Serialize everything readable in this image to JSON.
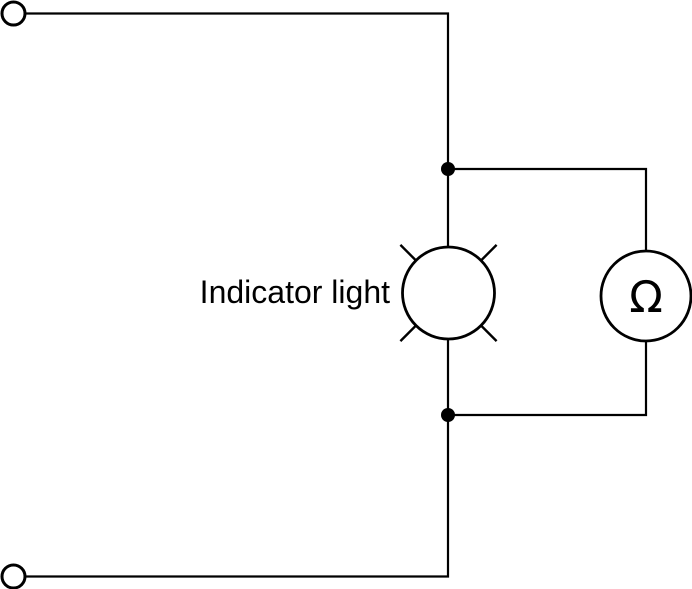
{
  "diagram": {
    "type": "circuit-schematic",
    "labels": {
      "indicator_light": "Indicator light",
      "ohmmeter_symbol": "Ω"
    },
    "colors": {
      "wire": "#000000",
      "background": "#ffffff"
    },
    "components": [
      {
        "id": "terminal-top-left",
        "type": "open-circle-terminal"
      },
      {
        "id": "terminal-bottom-left",
        "type": "open-circle-terminal"
      },
      {
        "id": "junction-top",
        "type": "connection-node-dot"
      },
      {
        "id": "junction-bottom",
        "type": "connection-node-dot"
      },
      {
        "id": "indicator-light",
        "type": "lamp-with-rays",
        "label": "Indicator light"
      },
      {
        "id": "ohmmeter",
        "type": "meter-circle",
        "symbol": "Ω",
        "connection": "parallel-with-indicator-light"
      }
    ]
  }
}
